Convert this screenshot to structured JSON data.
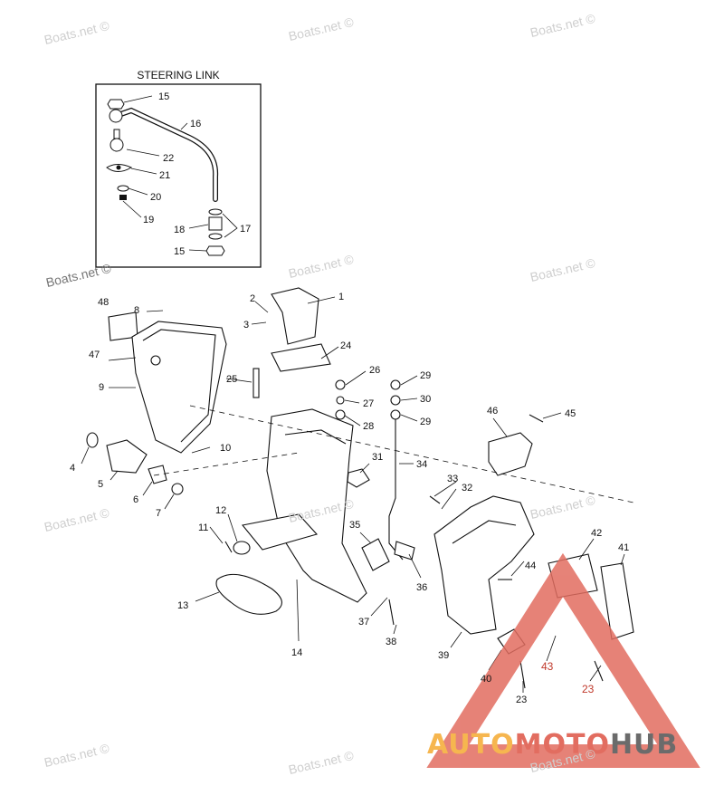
{
  "inset": {
    "title": "STEERING LINK"
  },
  "watermark": {
    "text": "Boats.net ©"
  },
  "callouts": [
    "1",
    "2",
    "3",
    "4",
    "5",
    "6",
    "7",
    "8",
    "9",
    "10",
    "11",
    "12",
    "13",
    "14",
    "15",
    "16",
    "17",
    "18",
    "19",
    "20",
    "21",
    "22",
    "23",
    "24",
    "25",
    "26",
    "27",
    "28",
    "29",
    "30",
    "31",
    "32",
    "33",
    "34",
    "35",
    "36",
    "37",
    "38",
    "39",
    "40",
    "41",
    "42",
    "43",
    "44",
    "45",
    "46",
    "47",
    "48"
  ],
  "logo": {
    "part1": "AUTO",
    "part2": "MOTO",
    "part3": "HUB",
    "color_auto": "#f6b64f",
    "color_moto": "#e26d60",
    "color_hub": "#6b6b6b"
  },
  "colors": {
    "line": "#111111",
    "red_triangle": "#e26d60",
    "watermark": "#cfcfcf"
  }
}
